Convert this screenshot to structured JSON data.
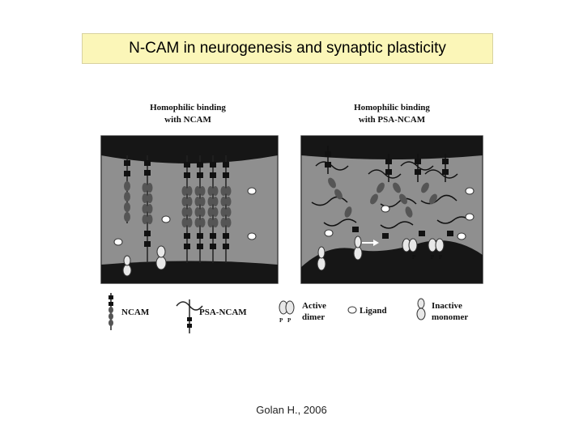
{
  "slide_title": "N-CAM in neurogenesis and synaptic plasticity",
  "panels": {
    "left_heading_line1": "Homophilic binding",
    "left_heading_line2": "with NCAM",
    "right_heading_line1": "Homophilic binding",
    "right_heading_line2": "with PSA-NCAM"
  },
  "legend": {
    "ncam": "NCAM",
    "psa_ncam": "PSA-NCAM",
    "active_dimer_line1": "Active",
    "active_dimer_line2": "dimer",
    "ligand": "Ligand",
    "inactive_line1": "Inactive",
    "inactive_line2": "monomer",
    "p_mark": "P"
  },
  "caption": "Golan H., 2006",
  "colors": {
    "title_bg": "#fbf6b8",
    "panel_bg": "#8f8f8f",
    "membrane": "#161616"
  }
}
